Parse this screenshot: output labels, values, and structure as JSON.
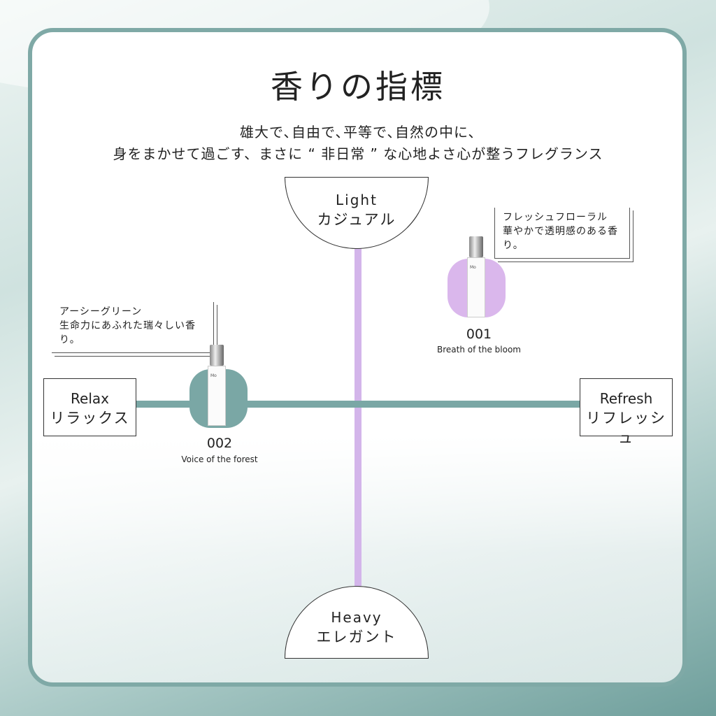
{
  "title": "香りの指標",
  "subtitle": [
    "雄大で､自由で､平等で､自然の中に､",
    "身をまかせて過ごす、まさに “ 非日常 ” な心地よさ心が整うフレグランス"
  ],
  "axes": {
    "top": {
      "en": "Light",
      "jp": "カジュアル"
    },
    "bottom": {
      "en": "Heavy",
      "jp": "エレガント"
    },
    "left": {
      "en": "Relax",
      "jp": "リラックス"
    },
    "right": {
      "en": "Refresh",
      "jp": "リフレッシュ"
    }
  },
  "products": [
    {
      "number": "001",
      "name": "Breath of the bloom",
      "note_title": "フレッシュフローラル",
      "note_desc": "華やかで透明感のある香り。",
      "color": "#dab7ec",
      "bottle_label": "Mo"
    },
    {
      "number": "002",
      "name": "Voice of the forest",
      "note_title": "アーシーグリーン",
      "note_desc": "生命力にあふれた瑞々しい香り。",
      "color": "#7aa7a5",
      "bottle_label": "Mo"
    }
  ]
}
